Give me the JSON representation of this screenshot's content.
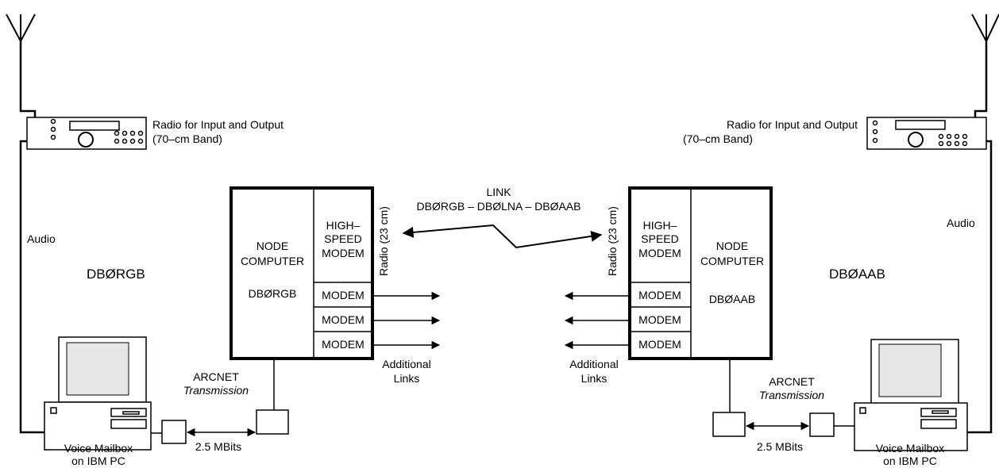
{
  "left": {
    "radio_label_line1": "Radio for Input and Output",
    "radio_label_line2": "(70–cm Band)",
    "audio_label": "Audio",
    "station_label": "DBØRGB",
    "node_label_line1": "NODE",
    "node_label_line2": "COMPUTER",
    "node_call": "DBØRGB",
    "hs_modem_line1": "HIGH–",
    "hs_modem_line2": "SPEED",
    "hs_modem_line3": "MODEM",
    "modems": [
      "MODEM",
      "MODEM",
      "MODEM"
    ],
    "radio_23cm": "Radio (23 cm)",
    "additional_links_line1": "Additional",
    "additional_links_line2": "Links",
    "arcnet_line1": "ARCNET",
    "arcnet_line2": "Transmission",
    "speed_label": "2.5 MBits",
    "pc_label_line1": "Voice Mailbox",
    "pc_label_line2": "on IBM PC"
  },
  "right": {
    "radio_label_line1": "Radio for Input and Output",
    "radio_label_line2": "(70–cm Band)",
    "audio_label": "Audio",
    "station_label": "DBØAAB",
    "node_label_line1": "NODE",
    "node_label_line2": "COMPUTER",
    "node_call": "DBØAAB",
    "hs_modem_line1": "HIGH–",
    "hs_modem_line2": "SPEED",
    "hs_modem_line3": "MODEM",
    "modems": [
      "MODEM",
      "MODEM",
      "MODEM"
    ],
    "radio_23cm": "Radio (23 cm)",
    "additional_links_line1": "Additional",
    "additional_links_line2": "Links",
    "arcnet_line1": "ARCNET",
    "arcnet_line2": "Transmission",
    "speed_label": "2.5 MBits",
    "pc_label_line1": "Voice Mailbox",
    "pc_label_line2": "on IBM PC"
  },
  "link": {
    "title": "LINK",
    "path": "DBØRGB – DBØLNA – DBØAAB"
  },
  "icons": [
    "antenna-icon",
    "radio-icon",
    "computer-icon",
    "arcnet-adapter-icon",
    "arrow-icon",
    "lightning-link-icon"
  ]
}
